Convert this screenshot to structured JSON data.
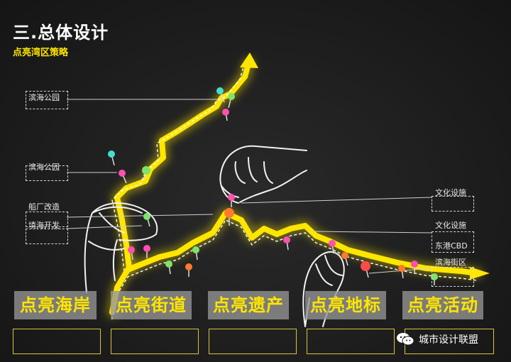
{
  "title": "三.总体设计",
  "subtitle": "点亮湾区策略",
  "labels": [
    "滨海公园",
    "滨海公园",
    "船厂改造",
    "填海开发",
    "文化设施",
    "文化设施",
    "东港CBD",
    "滨海街区"
  ],
  "categories": [
    "点亮海岸",
    "点亮街道",
    "点亮遗产",
    "点亮地标",
    "点亮活动"
  ],
  "watermark": "城市设计联盟",
  "colors": {
    "accent": "#ffe600",
    "background": "#1f1f1f",
    "label": "#e9e9e9"
  }
}
